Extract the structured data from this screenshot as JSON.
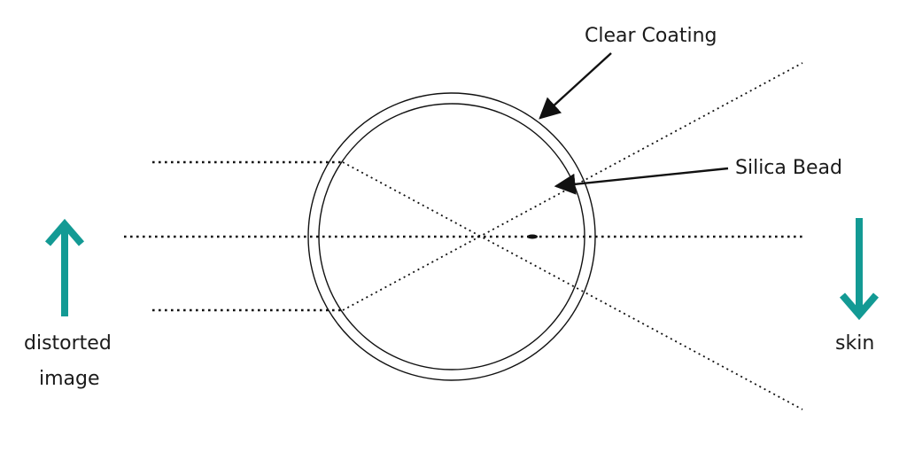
{
  "labels": {
    "clear_coating": "Clear Coating",
    "silica_bead": "Silica Bead",
    "left_caption_line1": "distorted",
    "left_caption_line2": "image",
    "right_caption": "skin"
  },
  "colors": {
    "arrow_teal": "#139a94",
    "line": "#111111"
  },
  "icons": {
    "left_arrow": "arrow-up-icon",
    "right_arrow": "arrow-down-icon"
  }
}
